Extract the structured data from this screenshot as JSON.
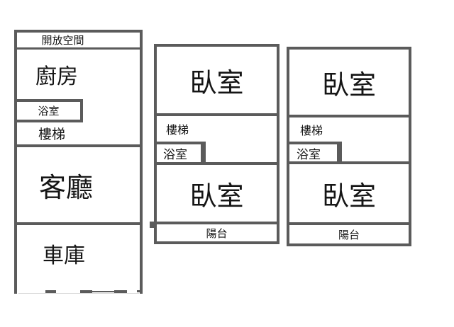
{
  "palette": {
    "wall_color": "#5b5b5b",
    "text_color": "#151515",
    "background": "#ffffff",
    "garage_faint_line": "#d9d9d9"
  },
  "diagram_type": "house-floor-plan",
  "floors": [
    {
      "name": "floor-1",
      "rooms": {
        "open_space": "開放空間",
        "kitchen": "廚房",
        "bathroom": "浴室",
        "stairs": "樓梯",
        "living_room": "客廳",
        "garage": "車庫"
      }
    },
    {
      "name": "floor-2",
      "rooms": {
        "bedroom_top": "臥室",
        "stairs": "樓梯",
        "bathroom": "浴室",
        "bedroom_bottom": "臥室",
        "balcony": "陽台"
      }
    },
    {
      "name": "floor-3",
      "rooms": {
        "bedroom_top": "臥室",
        "stairs": "樓梯",
        "bathroom": "浴室",
        "bedroom_bottom": "臥室",
        "balcony": "陽台"
      }
    }
  ]
}
